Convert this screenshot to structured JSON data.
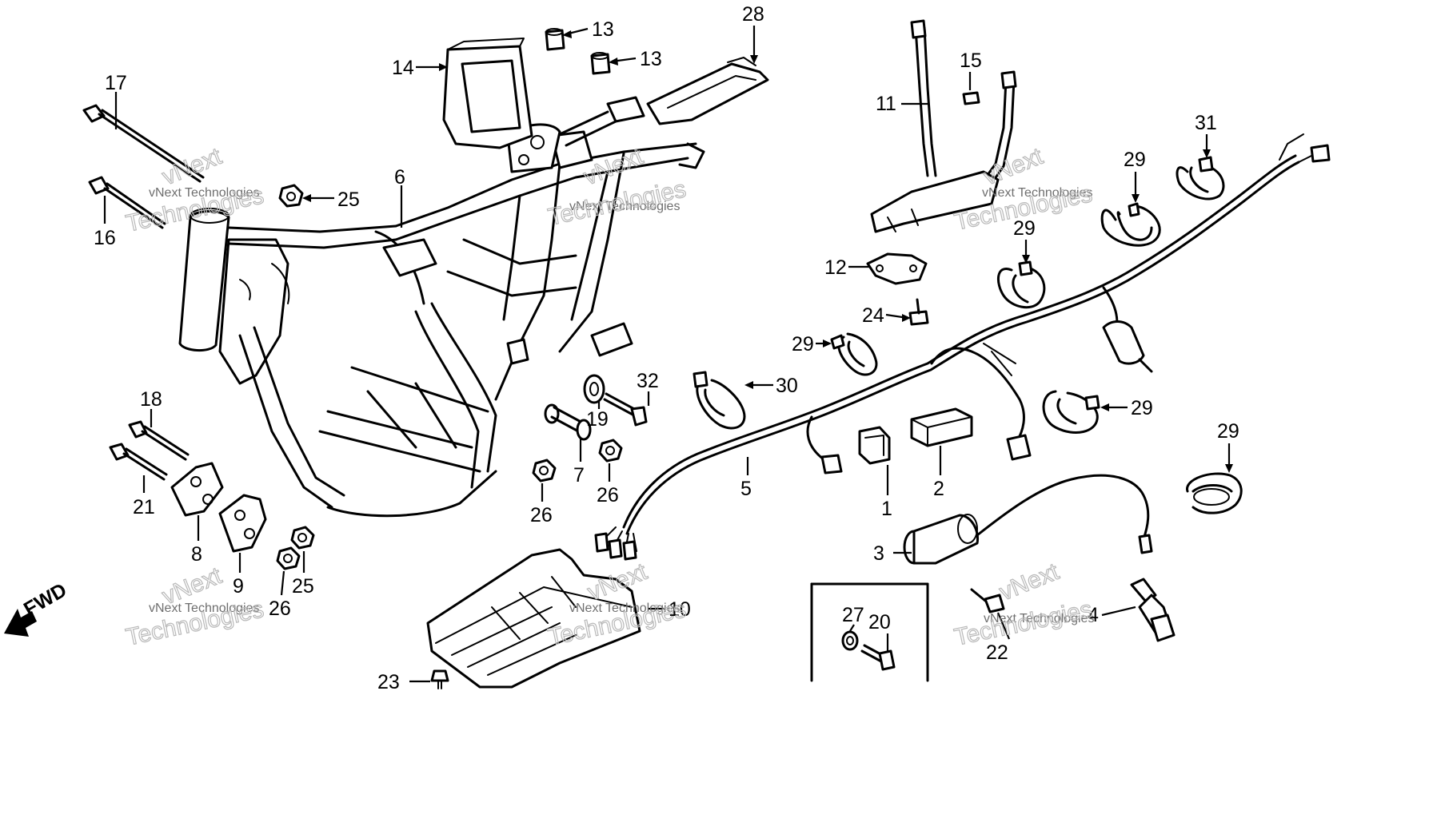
{
  "direction_label": "FWD",
  "watermark": {
    "line1": "vNext Technologies",
    "line2": "vNext",
    "line3": "Technologies"
  },
  "callouts": [
    {
      "id": "c1",
      "text": "1"
    },
    {
      "id": "c2",
      "text": "2"
    },
    {
      "id": "c3",
      "text": "3"
    },
    {
      "id": "c4",
      "text": "4"
    },
    {
      "id": "c5",
      "text": "5"
    },
    {
      "id": "c6",
      "text": "6"
    },
    {
      "id": "c7",
      "text": "7"
    },
    {
      "id": "c8",
      "text": "8"
    },
    {
      "id": "c9",
      "text": "9"
    },
    {
      "id": "c10",
      "text": "10"
    },
    {
      "id": "c11",
      "text": "11"
    },
    {
      "id": "c12",
      "text": "12"
    },
    {
      "id": "c13a",
      "text": "13"
    },
    {
      "id": "c13b",
      "text": "13"
    },
    {
      "id": "c14",
      "text": "14"
    },
    {
      "id": "c15",
      "text": "15"
    },
    {
      "id": "c16",
      "text": "16"
    },
    {
      "id": "c17",
      "text": "17"
    },
    {
      "id": "c18",
      "text": "18"
    },
    {
      "id": "c19",
      "text": "19"
    },
    {
      "id": "c20",
      "text": "20"
    },
    {
      "id": "c21",
      "text": "21"
    },
    {
      "id": "c22",
      "text": "22"
    },
    {
      "id": "c23",
      "text": "23"
    },
    {
      "id": "c24",
      "text": "24"
    },
    {
      "id": "c25a",
      "text": "25"
    },
    {
      "id": "c25b",
      "text": "25"
    },
    {
      "id": "c26a",
      "text": "26"
    },
    {
      "id": "c26b",
      "text": "26"
    },
    {
      "id": "c26c",
      "text": "26"
    },
    {
      "id": "c27",
      "text": "27"
    },
    {
      "id": "c28",
      "text": "28"
    },
    {
      "id": "c29a",
      "text": "29"
    },
    {
      "id": "c29b",
      "text": "29"
    },
    {
      "id": "c29c",
      "text": "29"
    },
    {
      "id": "c29d",
      "text": "29"
    },
    {
      "id": "c29e",
      "text": "29"
    },
    {
      "id": "c30",
      "text": "30"
    },
    {
      "id": "c31",
      "text": "31"
    },
    {
      "id": "c32",
      "text": "32"
    }
  ]
}
